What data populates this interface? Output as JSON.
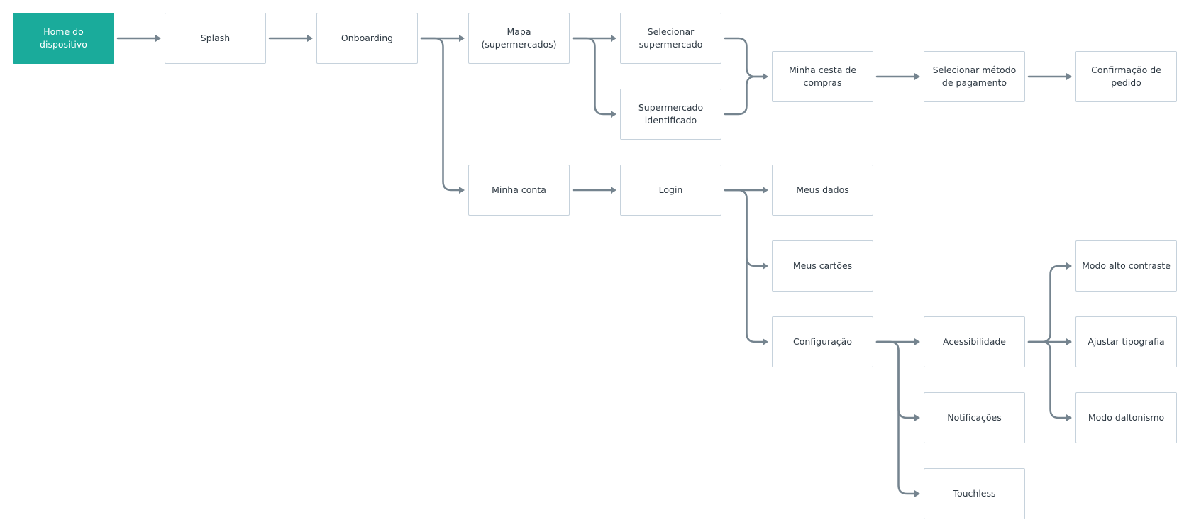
{
  "diagram": {
    "colors": {
      "start_fill": "#1aab9b",
      "node_border": "#c6d2dc",
      "connector": "#75848f",
      "text": "#2f3a44"
    },
    "nodes": [
      {
        "id": "home",
        "label": "Home do dispositivo",
        "variant": "start"
      },
      {
        "id": "splash",
        "label": "Splash"
      },
      {
        "id": "onboarding",
        "label": "Onboarding"
      },
      {
        "id": "mapa",
        "label_lines": [
          "Mapa",
          "(supermercados)"
        ]
      },
      {
        "id": "selecionar",
        "label_lines": [
          "Selecionar",
          "supermercado"
        ]
      },
      {
        "id": "identificado",
        "label_lines": [
          "Supermercado",
          "identificado"
        ]
      },
      {
        "id": "cesta",
        "label_lines": [
          "Minha cesta de",
          "compras"
        ]
      },
      {
        "id": "pagamento",
        "label_lines": [
          "Selecionar método",
          "de pagamento"
        ]
      },
      {
        "id": "confirmacao",
        "label_lines": [
          "Confirmação de",
          "pedido"
        ]
      },
      {
        "id": "conta",
        "label": "Minha conta"
      },
      {
        "id": "login",
        "label": "Login"
      },
      {
        "id": "dados",
        "label": "Meus dados"
      },
      {
        "id": "cartoes",
        "label": "Meus cartões"
      },
      {
        "id": "configuracao",
        "label": "Configuração"
      },
      {
        "id": "acessibilidade",
        "label": "Acessibilidade"
      },
      {
        "id": "notificacoes",
        "label": "Notificações"
      },
      {
        "id": "touchless",
        "label": "Touchless"
      },
      {
        "id": "contraste",
        "label": "Modo alto contraste"
      },
      {
        "id": "tipografia",
        "label": "Ajustar tipografia"
      },
      {
        "id": "daltonismo",
        "label": "Modo daltonismo"
      }
    ],
    "edges": [
      [
        "home",
        "splash"
      ],
      [
        "splash",
        "onboarding"
      ],
      [
        "onboarding",
        "mapa"
      ],
      [
        "onboarding",
        "conta"
      ],
      [
        "mapa",
        "selecionar"
      ],
      [
        "mapa",
        "identificado"
      ],
      [
        "selecionar",
        "cesta"
      ],
      [
        "identificado",
        "cesta"
      ],
      [
        "cesta",
        "pagamento"
      ],
      [
        "pagamento",
        "confirmacao"
      ],
      [
        "conta",
        "login"
      ],
      [
        "login",
        "dados"
      ],
      [
        "login",
        "cartoes"
      ],
      [
        "login",
        "configuracao"
      ],
      [
        "configuracao",
        "acessibilidade"
      ],
      [
        "configuracao",
        "notificacoes"
      ],
      [
        "configuracao",
        "touchless"
      ],
      [
        "acessibilidade",
        "contraste"
      ],
      [
        "acessibilidade",
        "tipografia"
      ],
      [
        "acessibilidade",
        "daltonismo"
      ]
    ]
  }
}
